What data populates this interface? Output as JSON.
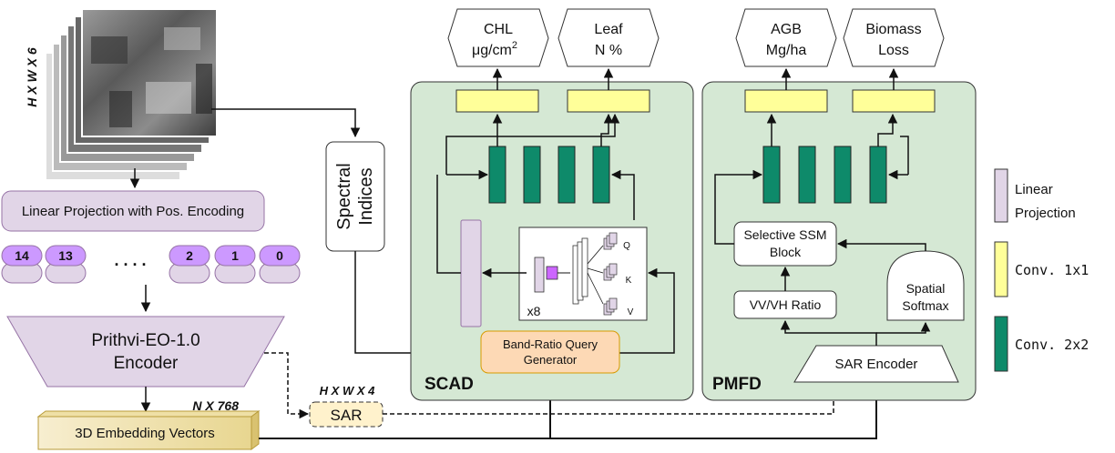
{
  "input": {
    "dim_label": "H X W X 6"
  },
  "linear_projection": {
    "label": "Linear Projection with Pos. Encoding"
  },
  "tokens": {
    "items": [
      "14",
      "13",
      "2",
      "1",
      "0"
    ],
    "ellipsis": ". . . ."
  },
  "encoder": {
    "line1": "Prithvi-EO-1.0",
    "line2": "Encoder"
  },
  "embedding": {
    "label": "3D Embedding Vectors",
    "dim_label": "N X 768"
  },
  "sar_input": {
    "label": "SAR",
    "dim_label": "H X W X 4"
  },
  "spectral": {
    "line1": "Spectral",
    "line2": "Indices"
  },
  "scad": {
    "title": "SCAD",
    "query_gen_line1": "Band-Ratio Query",
    "query_gen_line2": "Generator",
    "repeat_label": "x8",
    "q_label": "Q",
    "k_label": "K",
    "v_label": "V"
  },
  "pmfd": {
    "title": "PMFD",
    "sar_encoder": "SAR Encoder",
    "ratio": "VV/VH Ratio",
    "ssm_line1": "Selective SSM",
    "ssm_line2": "Block",
    "softmax_line1": "Spatial",
    "softmax_line2": "Softmax"
  },
  "outputs": {
    "chl_line1": "CHL",
    "chl_line2_main": "μg/cm",
    "chl_line2_sup": "2",
    "leaf_line1": "Leaf",
    "leaf_line2": "N %",
    "agb_line1": "AGB",
    "agb_line2": "Mg/ha",
    "loss_line1": "Biomass",
    "loss_line2": "Loss"
  },
  "legend": {
    "linear_line1": "Linear",
    "linear_line2": "Projection",
    "conv1": "Conv. 1x1",
    "conv2": "Conv. 2x2"
  },
  "colors": {
    "panel": "#d5e8d4",
    "conv1": "#ffff99",
    "conv2": "#0e8a6a",
    "linear": "#e1d5e7",
    "token": "#cc99ff",
    "query": "#fdd9b5",
    "sar": "#fff2cc",
    "embed": "#f2e6b0"
  }
}
